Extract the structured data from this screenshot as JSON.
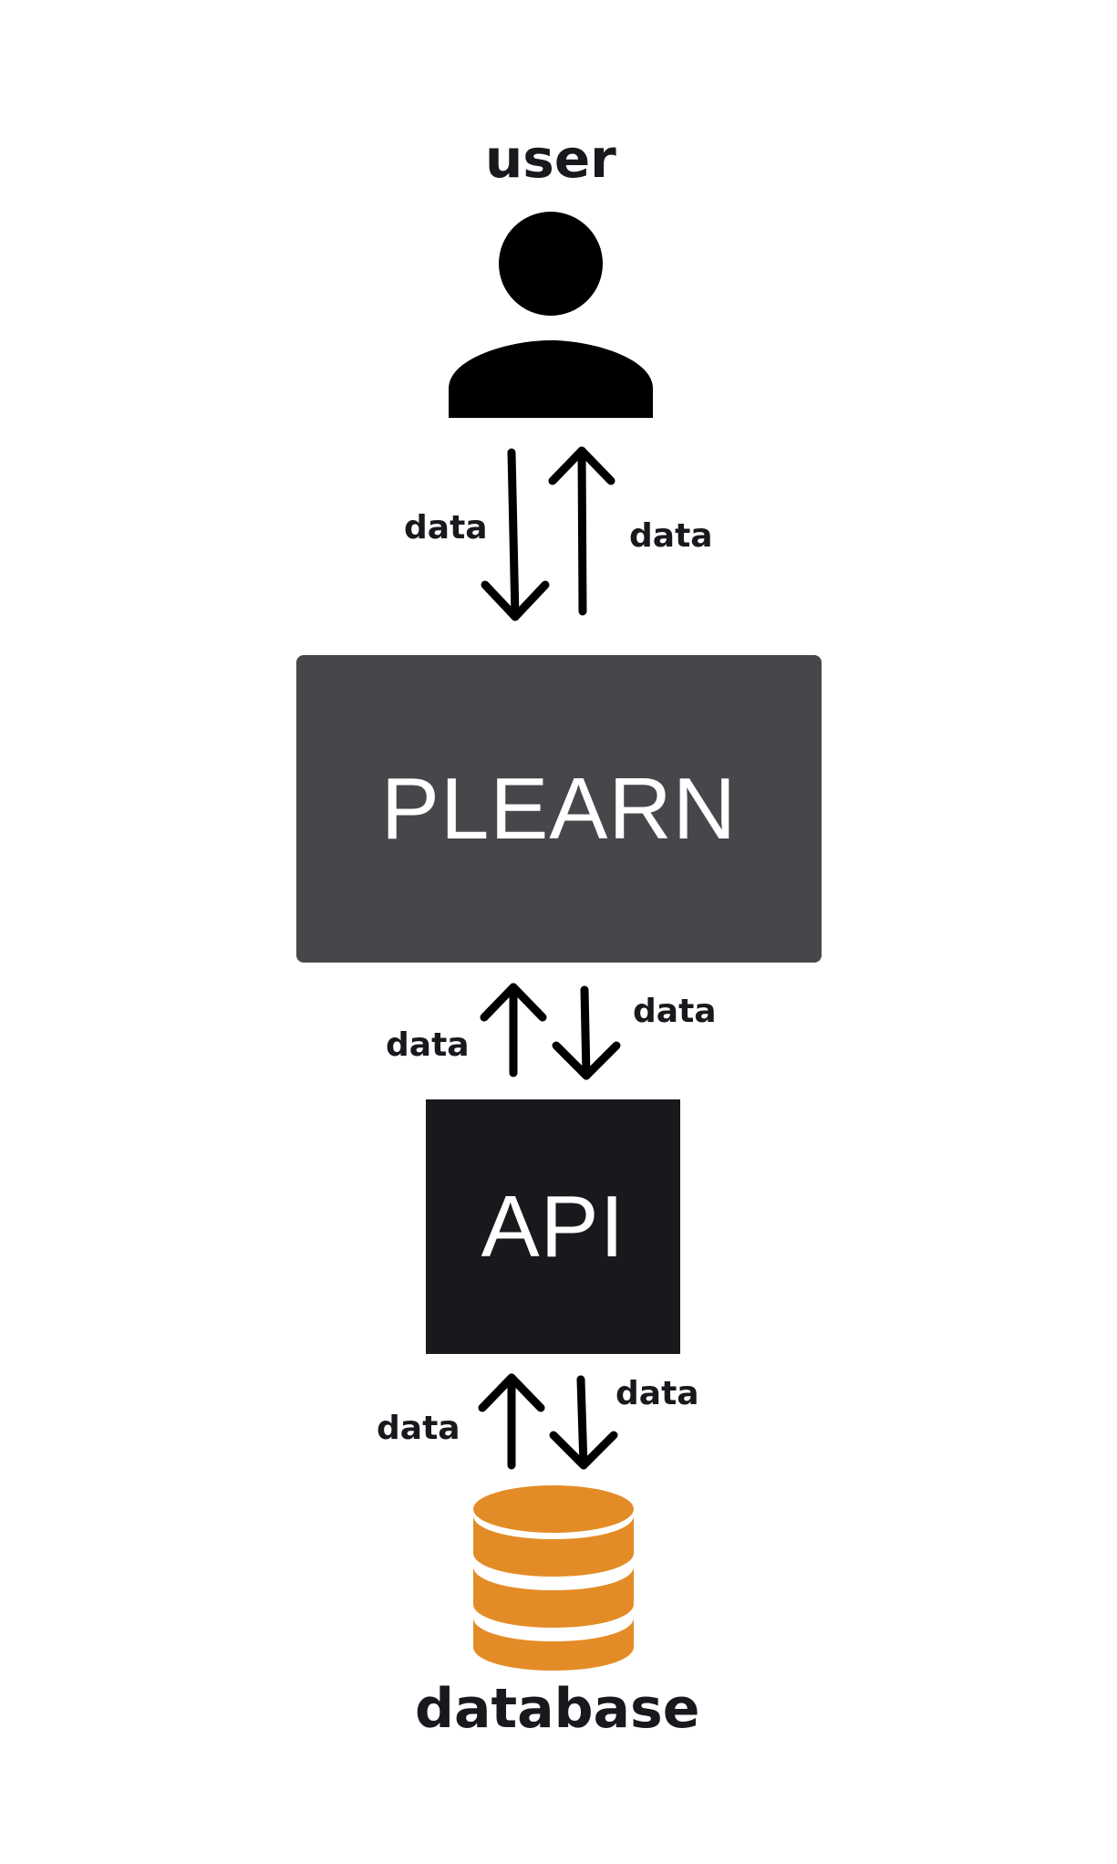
{
  "user": {
    "label": "user",
    "icon": "user-icon"
  },
  "plearn": {
    "label": "PLEARN",
    "color": "#45474b"
  },
  "api": {
    "label": "API",
    "color": "#18191c"
  },
  "database": {
    "label": "database",
    "icon": "database-icon",
    "color": "#e38c27"
  },
  "links": {
    "user_to_plearn": "data",
    "plearn_to_user": "data",
    "plearn_to_api": "data",
    "api_to_plearn": "data",
    "api_to_database": "data",
    "database_to_api": "data"
  }
}
